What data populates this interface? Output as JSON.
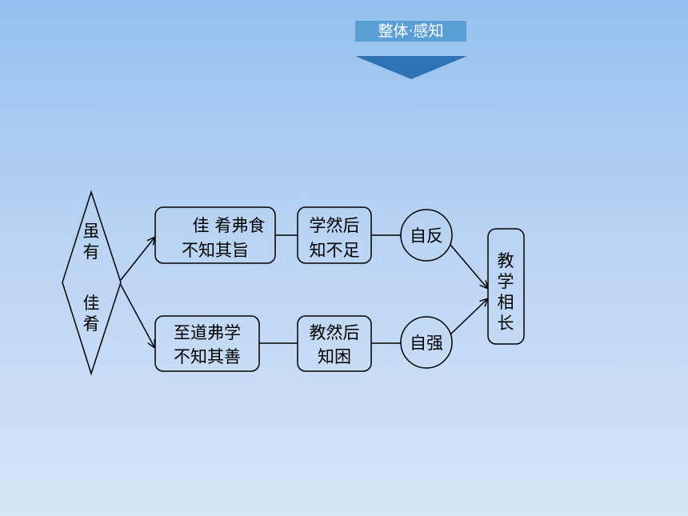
{
  "header": {
    "title": "整体·感知",
    "color": "#5a9fd6",
    "arrow_color": "#2d73b5"
  },
  "diagram": {
    "diamond": {
      "line1a": "虽",
      "line1b": "有",
      "line2a": "佳",
      "line2b": "肴"
    },
    "top_row": {
      "box1_line1": "佳 肴弗食",
      "box1_line2": "不知其旨",
      "box2_line1": "学然后",
      "box2_line2": "知不足",
      "circle": "自反"
    },
    "bottom_row": {
      "box1_line1": "至道弗学",
      "box1_line2": "不知其善",
      "box2_line1": "教然后",
      "box2_line2": "知困",
      "circle": "自强"
    },
    "result": [
      "教",
      "学",
      "相",
      "长"
    ]
  }
}
